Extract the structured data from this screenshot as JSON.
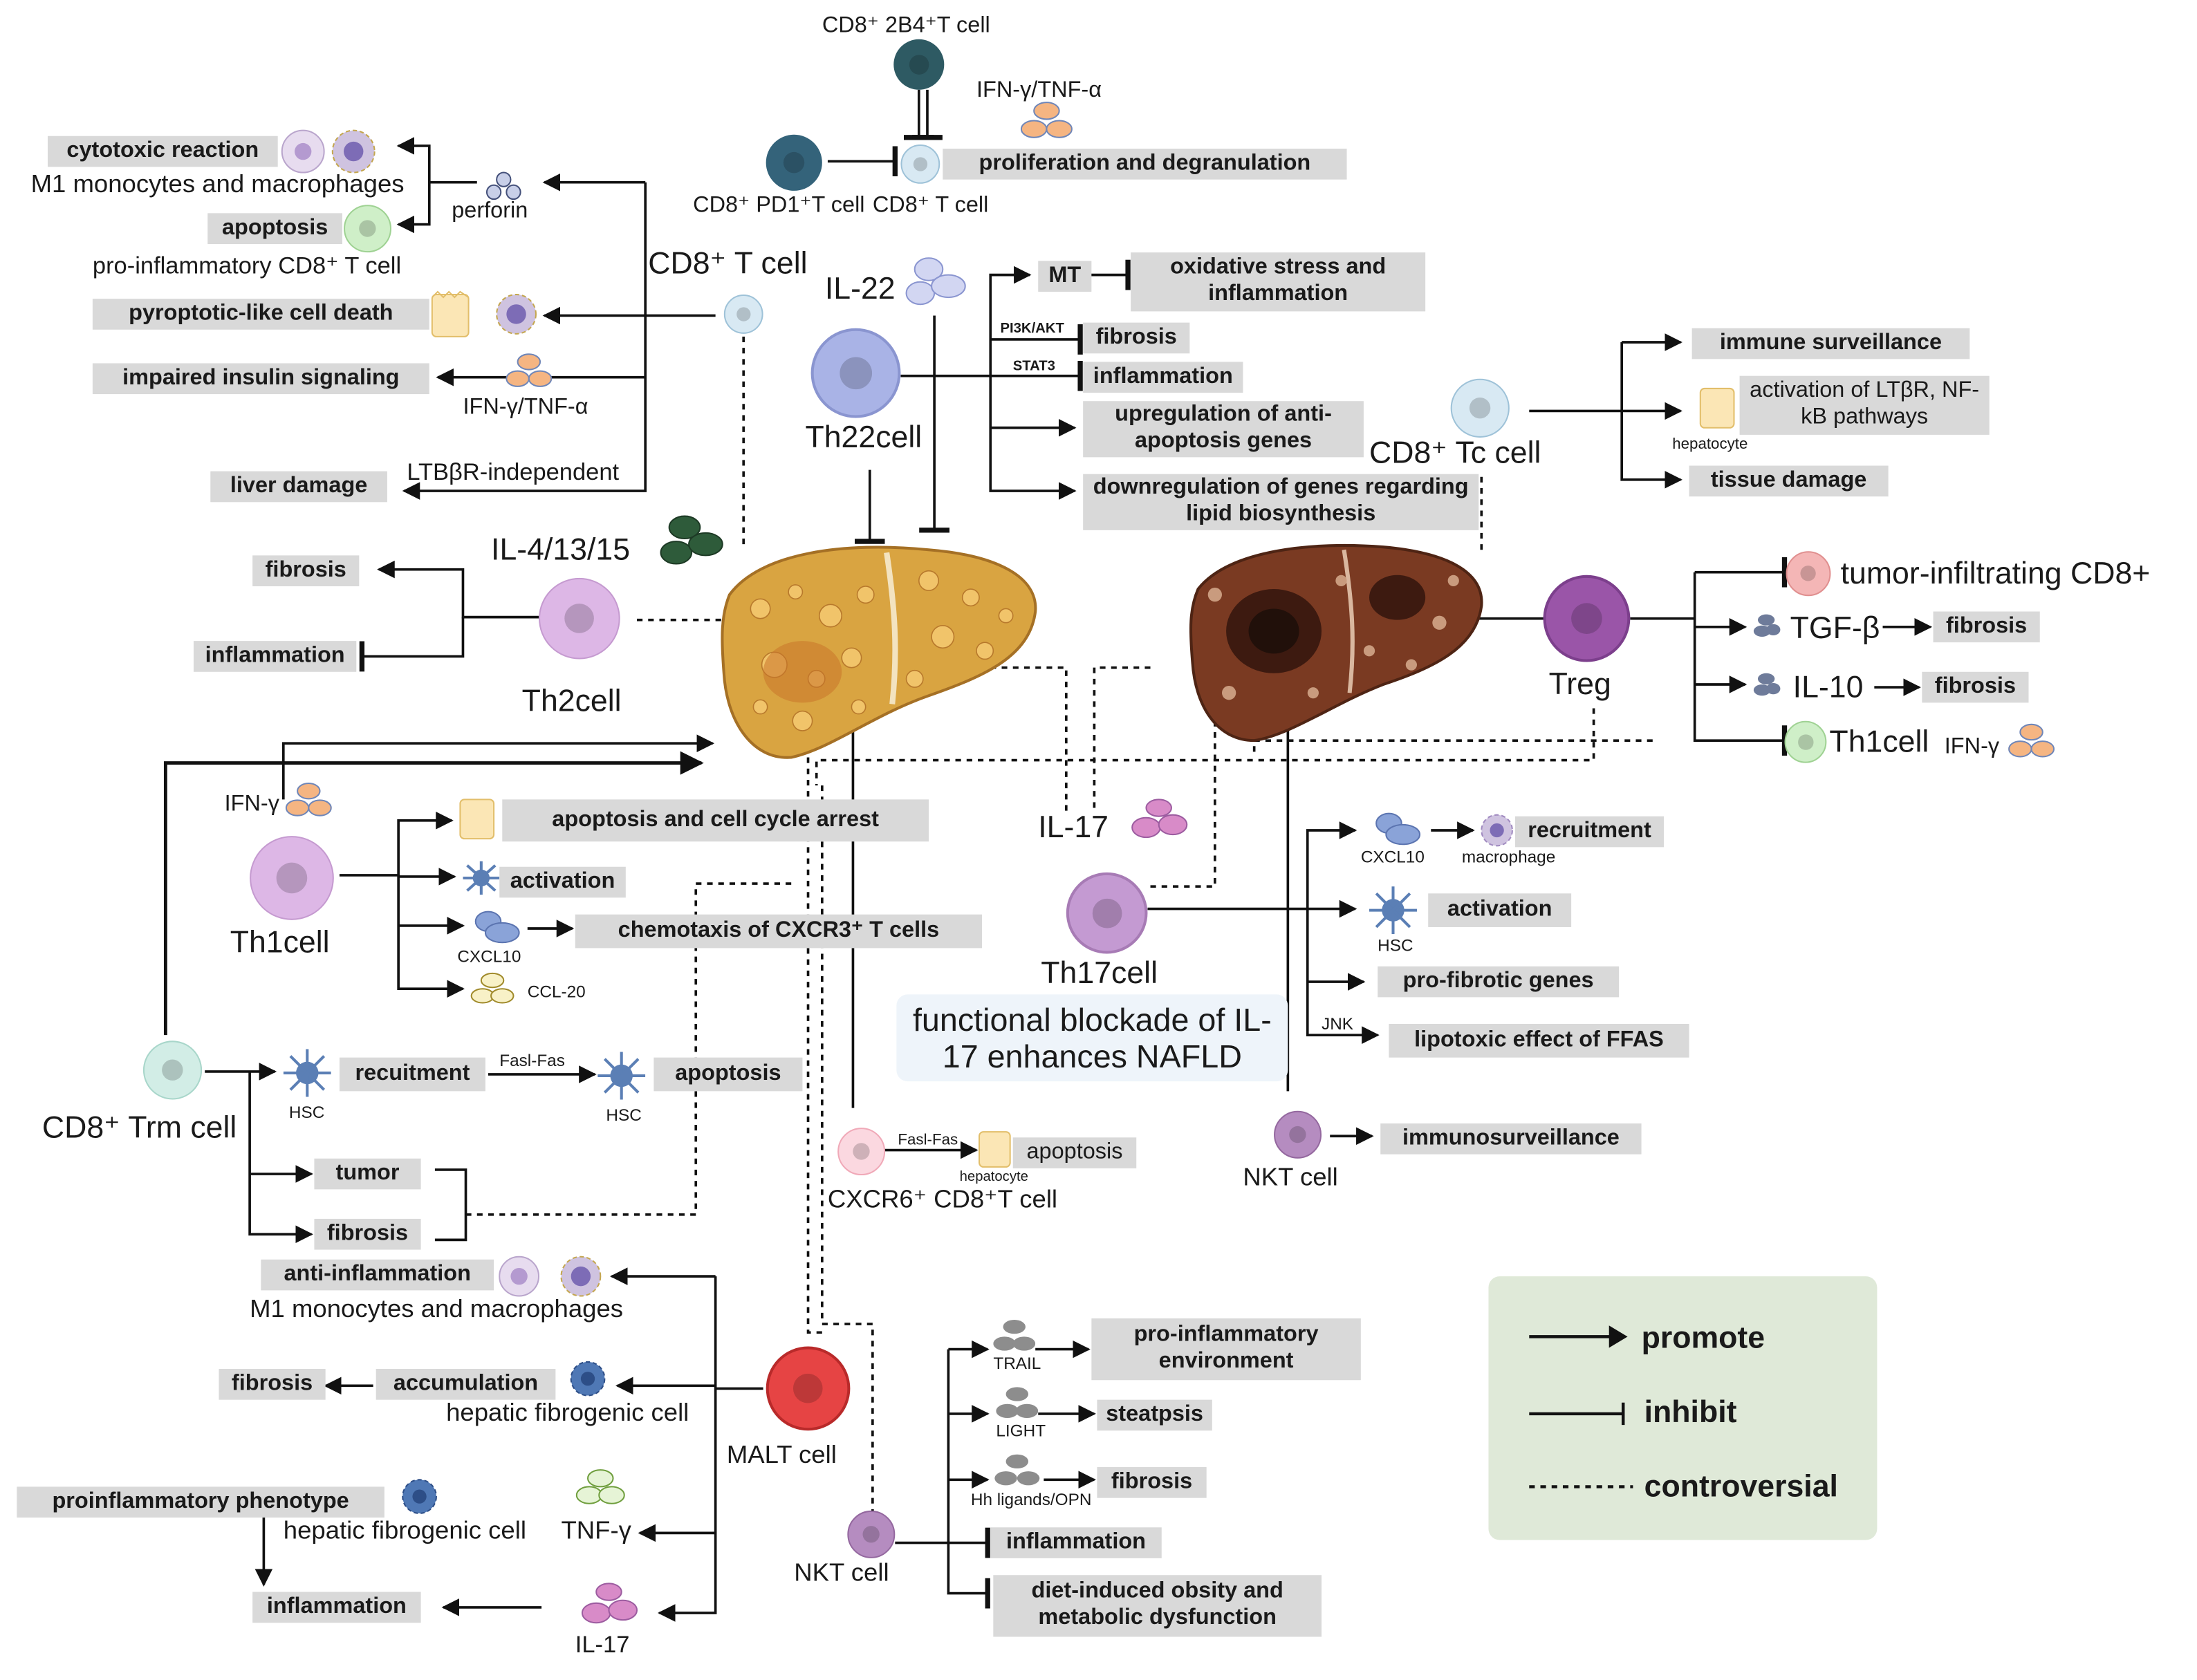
{
  "labels": {
    "cd8_2b4": "CD8⁺ 2B4⁺T cell",
    "ifn_tnf_top": "IFN-γ/TNF-α",
    "prolif": "proliferation and degranulation",
    "pd1": "CD8⁺ PD1⁺T cell",
    "cd8_t_small": "CD8⁺ T cell",
    "cytotoxic": "cytotoxic reaction",
    "m1_top": "M1 monocytes and macrophages",
    "perforin": "perforin",
    "apoptosis_top": "apoptosis",
    "proinf_cd8": "pro-inflammatory CD8⁺ T cell",
    "cd8_t_big": "CD8⁺ T cell",
    "il22": "IL-22",
    "pyroptotic": "pyroptotic-like cell death",
    "impaired": "impaired insulin signaling",
    "ifn_tnf_left": "IFN-γ/TNF-α",
    "liver_damage": "liver damage",
    "ltbr_indep": "LTBβR-independent",
    "mt": "MT",
    "oxidative": "oxidative stress and inflammation",
    "pi3k": "PI3K/AKT",
    "fibrosis_th22": "fibrosis",
    "stat3": "STAT3",
    "inflammation_th22": "inflammation",
    "upreg": "upregulation of anti-apoptosis genes",
    "downreg": "downregulation of genes regarding lipid biosynthesis",
    "th22": "Th22cell",
    "immune_surv": "immune surveillance",
    "activation_ltbr": "activation of LTβR, NF-kB pathways",
    "hepatocyte_r": "hepatocyte",
    "tissue_damage": "tissue  damage",
    "cd8_tc": "CD8⁺ Tc cell",
    "il41315": "IL-4/13/15",
    "fibrosis_th2": "fibrosis",
    "inflammation_th2": "inflammation",
    "th2": "Th2cell",
    "tumor_inf": "tumor-infiltrating CD8+",
    "tgfb": "TGF-β",
    "fibrosis_tgfb": "fibrosis",
    "il10": "IL-10",
    "fibrosis_il10": "fibrosis",
    "treg": "Treg",
    "th1_right": "Th1cell",
    "ifng_right": "IFN-γ",
    "ifng_left": "IFN-γ",
    "apop_cycle": "apoptosis and cell cycle arrest",
    "activation_th1": "activation",
    "chemotaxis": "chemotaxis of CXCR3⁺ T cells",
    "cxcl10_left": "CXCL10",
    "ccl20": "CCL-20",
    "th1_left": "Th1cell",
    "il17_mid": "IL-17",
    "th17": "Th17cell",
    "cxcl10_right": "CXCL10",
    "recruitment": "recruitment",
    "macrophage": "macrophage",
    "activation_th17": "activation",
    "hsc_th17": "HSC",
    "profibrotic": "pro-fibrotic genes",
    "jnk": "JNK",
    "lipotoxic": "lipotoxic effect of FFAS",
    "note": "functional blockade of IL-17 enhances NAFLD",
    "nkt_right": "NKT cell",
    "immunosurv": "immunosurveillance",
    "cd8_trm": "CD8⁺ Trm cell",
    "hsc1": "HSC",
    "recuitment": "recuitment",
    "fasl_fas_1": "Fasl-Fas",
    "hsc2": "HSC",
    "apoptosis_trm": "apoptosis",
    "tumor": "tumor",
    "fibrosis_trm": "fibrosis",
    "fasl_fas_2": "Fasl-Fas",
    "hepatocyte_c": "hepatocyte",
    "apoptosis_cxcr6": "apoptosis",
    "cxcr6": "CXCR6⁺ CD8⁺T cell",
    "anti_inf": "anti-inflammation",
    "m1_bottom": "M1 monocytes and macrophages",
    "fibrosis_malt": "fibrosis",
    "accumulation": "accumulation",
    "hep_fib_1": "hepatic fibrogenic cell",
    "malt": "MALT cell",
    "proinf_pheno": "proinflammatory phenotype",
    "hep_fib_2": "hepatic fibrogenic cell",
    "tnf_g": "TNF-γ",
    "inflammation_malt": "inflammation",
    "il17_bottom": "IL-17",
    "trail": "TRAIL",
    "proinf_env": "pro-inflammatory environment",
    "light": "LIGHT",
    "steatpsis": "steatpsis",
    "hh": "Hh ligands/OPN",
    "fibrosis_nkt": "fibrosis",
    "nkt_bottom": "NKT cell",
    "inflammation_nkt": "inflammation",
    "diet": "diet-induced obsity and metabolic dysfunction"
  },
  "legend": {
    "promote": "promote",
    "inhibit": "inhibit",
    "controversial": "controversial"
  },
  "colors": {
    "box_gray": "#d9d9d9",
    "legend_bg": "#dfe9d8",
    "note_bg": "#eef4fa",
    "liver_fatty": "#d9a441",
    "liver_tumor": "#7a3a22",
    "treg": "#9a55a8",
    "malt": "#e64444"
  }
}
